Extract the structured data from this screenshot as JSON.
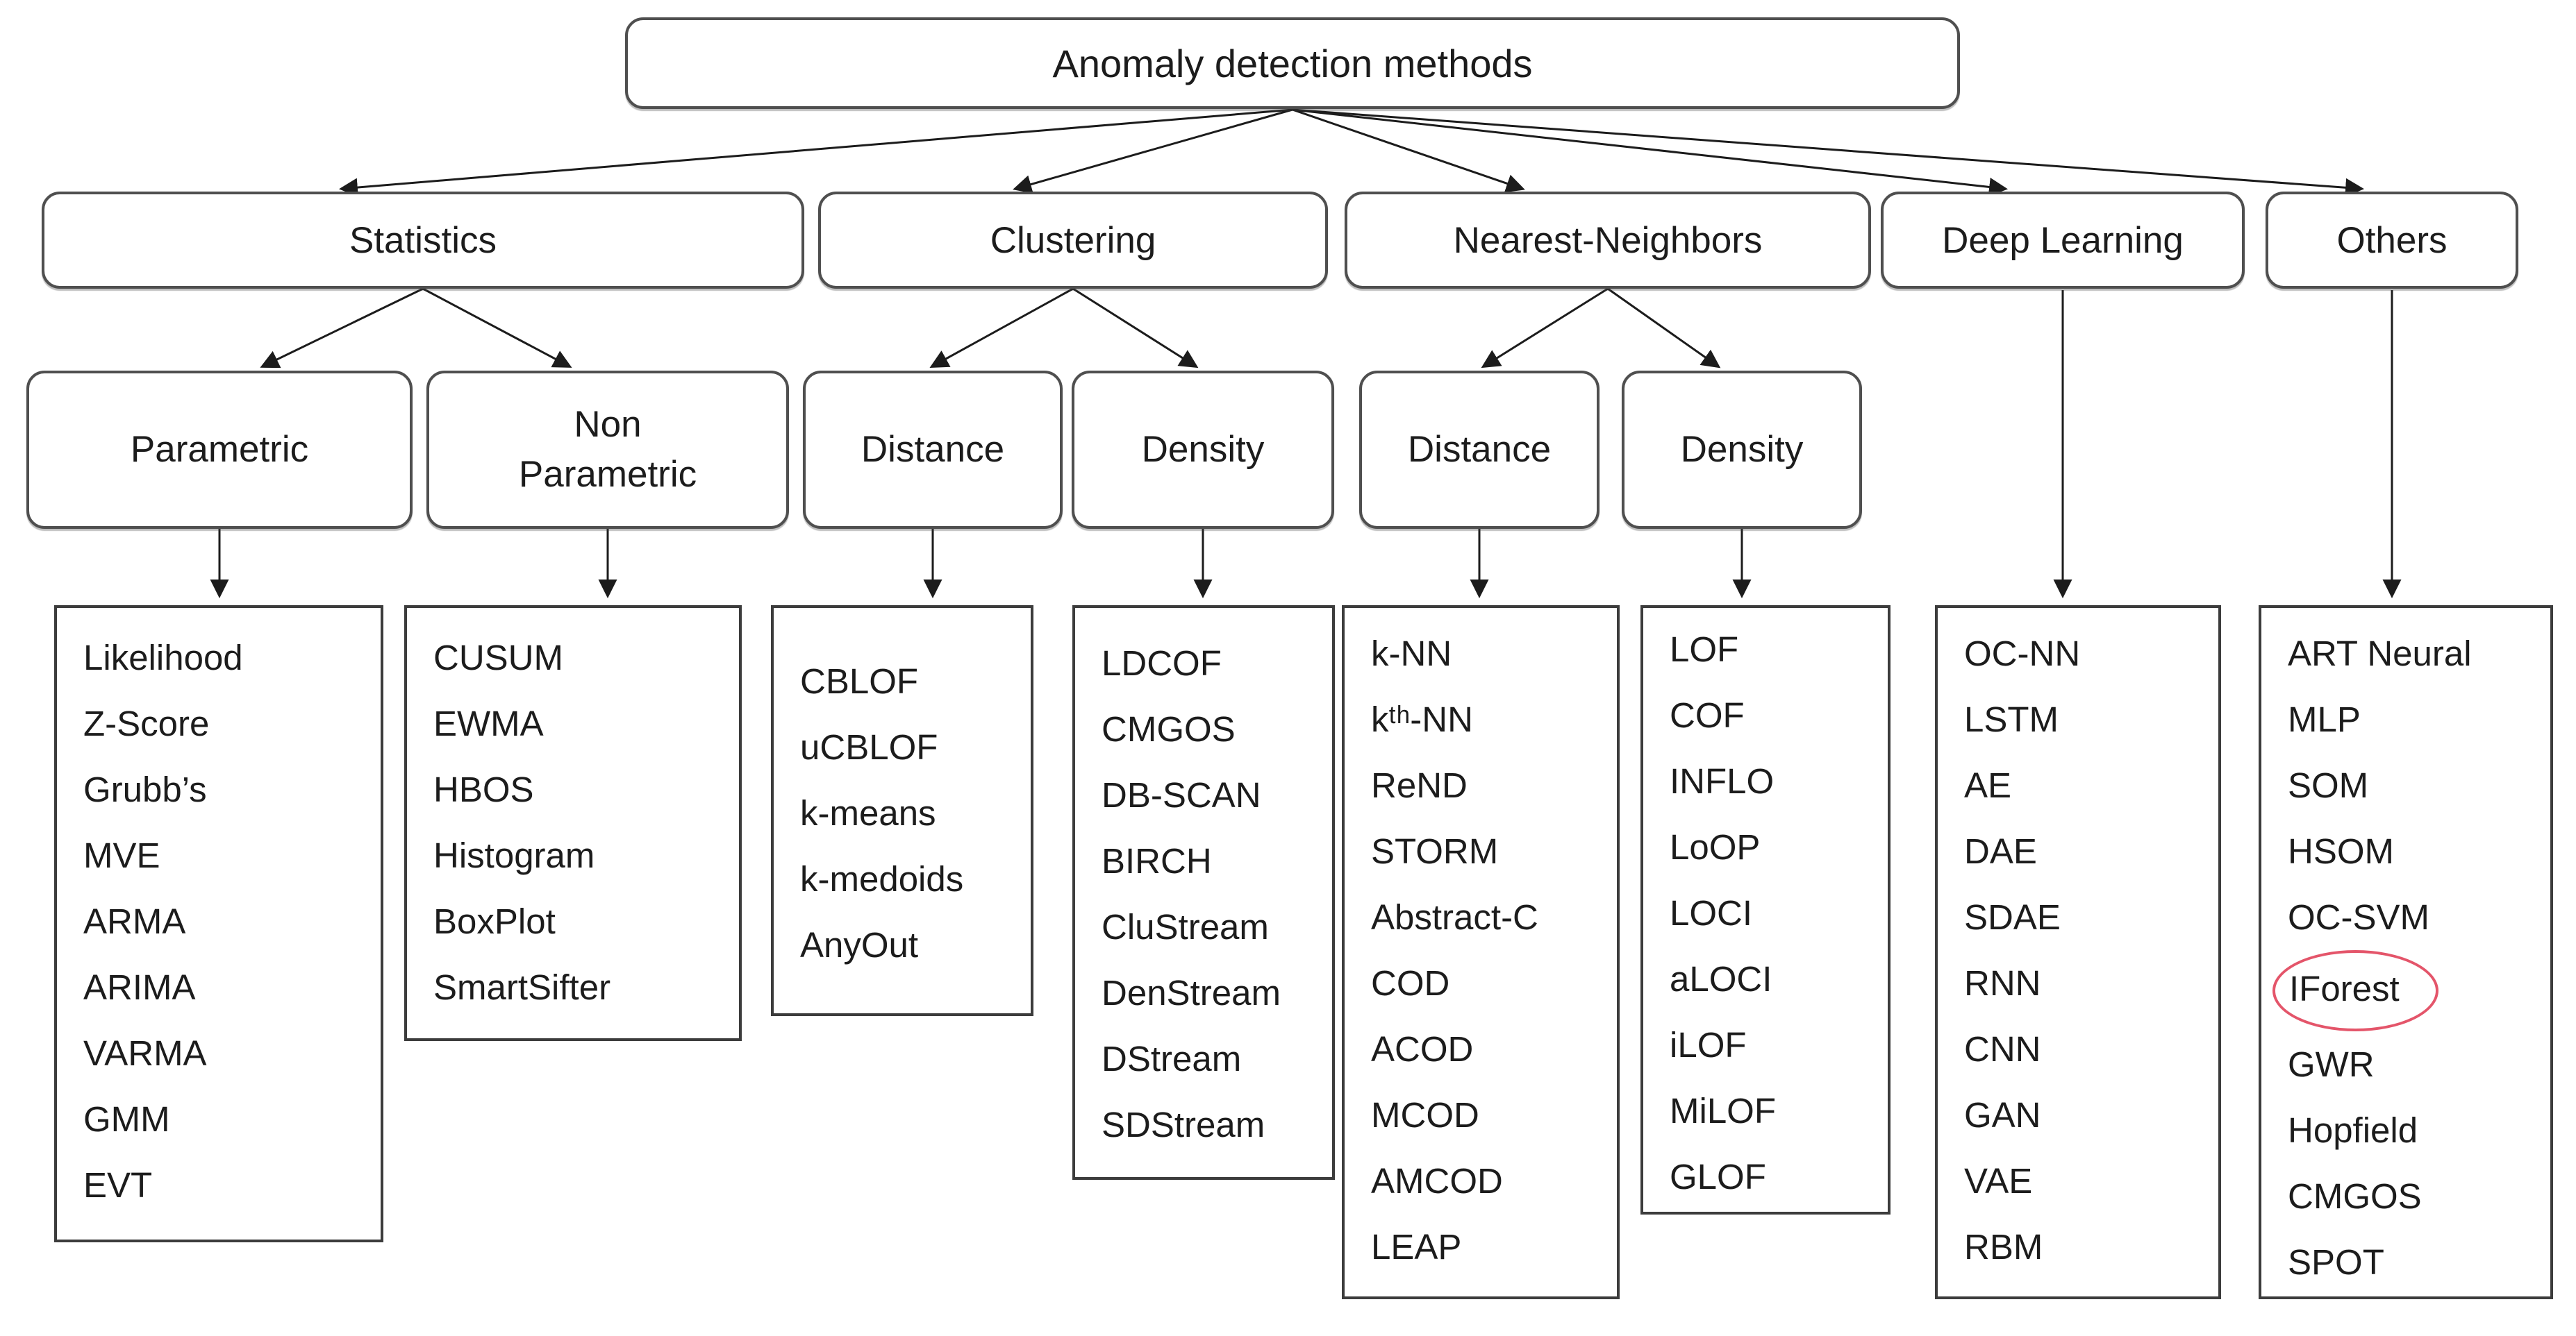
{
  "root": {
    "label": "Anomaly detection methods"
  },
  "level1": [
    {
      "label": "Statistics"
    },
    {
      "label": "Clustering"
    },
    {
      "label": "Nearest-Neighbors"
    },
    {
      "label": "Deep Learning"
    },
    {
      "label": "Others"
    }
  ],
  "level2": [
    {
      "label": "Parametric",
      "parent": "Statistics"
    },
    {
      "label": "Non Parametric",
      "parent": "Statistics"
    },
    {
      "label": "Distance",
      "parent": "Clustering"
    },
    {
      "label": "Density",
      "parent": "Clustering"
    },
    {
      "label": "Distance",
      "parent": "Nearest-Neighbors"
    },
    {
      "label": "Density",
      "parent": "Nearest-Neighbors"
    }
  ],
  "lists": {
    "parametric": {
      "items": [
        "Likelihood",
        "Z-Score",
        "Grubb’s",
        "MVE",
        "ARMA",
        "ARIMA",
        "VARMA",
        "GMM",
        "EVT"
      ]
    },
    "non_parametric": {
      "items": [
        "CUSUM",
        "EWMA",
        "HBOS",
        "Histogram",
        "BoxPlot",
        "SmartSifter"
      ]
    },
    "clustering_distance": {
      "items": [
        "CBLOF",
        "uCBLOF",
        "k-means",
        "k-medoids",
        "AnyOut"
      ]
    },
    "clustering_density": {
      "items": [
        "LDCOF",
        "CMGOS",
        "DB-SCAN",
        "BIRCH",
        "CluStream",
        "DenStream",
        "DStream",
        "SDStream"
      ]
    },
    "nn_distance": {
      "items": [
        "k-NN",
        "kᵗʰ-NN",
        "ReND",
        "STORM",
        "Abstract-C",
        "COD",
        "ACOD",
        "MCOD",
        "AMCOD",
        "LEAP"
      ]
    },
    "nn_density": {
      "items": [
        "LOF",
        "COF",
        "INFLO",
        "LoOP",
        "LOCI",
        "aLOCI",
        "iLOF",
        "MiLOF",
        "GLOF"
      ]
    },
    "deep_learning": {
      "items": [
        "OC-NN",
        "LSTM",
        "AE",
        "DAE",
        "SDAE",
        "RNN",
        "CNN",
        "GAN",
        "VAE",
        "RBM"
      ]
    },
    "others": {
      "items": [
        "ART Neural",
        "MLP",
        "SOM",
        "HSOM",
        "OC-SVM",
        "IForest",
        "GWR",
        "Hopfield",
        "CMGOS",
        "SPOT"
      ],
      "highlight": "IForest",
      "highlight_color": "#e4556a"
    }
  },
  "colors": {
    "line": "#1c1c1c",
    "box_border": "#4f4f4f",
    "leaf_border": "#3c3c3c",
    "highlight": "#e4556a"
  }
}
